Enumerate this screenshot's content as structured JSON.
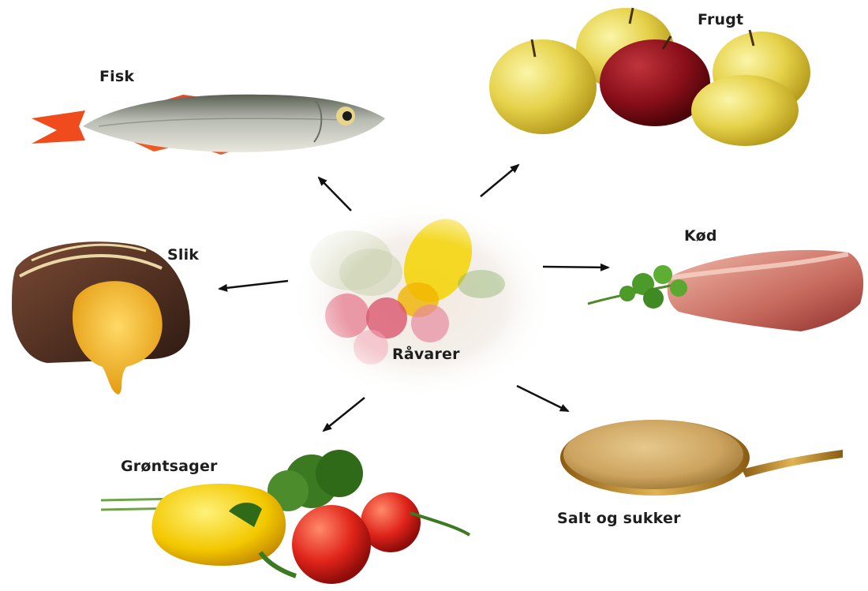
{
  "diagram": {
    "center": {
      "label": "Råvarer",
      "icon": "raw-ingredients-photo"
    },
    "nodes": [
      {
        "key": "fisk",
        "label": "Fisk",
        "icon": "fish-photo"
      },
      {
        "key": "frugt",
        "label": "Frugt",
        "icon": "apples-photo"
      },
      {
        "key": "slik",
        "label": "Slik",
        "icon": "chocolate-candy-photo"
      },
      {
        "key": "kod",
        "label": "Kød",
        "icon": "meat-photo"
      },
      {
        "key": "grontsager",
        "label": "Grøntsager",
        "icon": "vegetables-photo"
      },
      {
        "key": "salt",
        "label": "Salt og sukker",
        "icon": "sugar-spoon-photo"
      }
    ],
    "arrow_color": "#111111"
  }
}
